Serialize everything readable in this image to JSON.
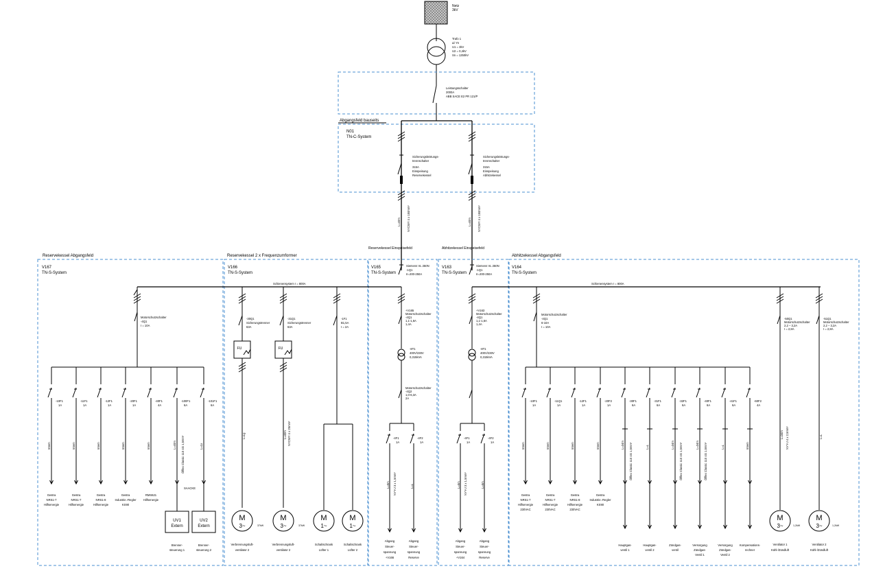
{
  "grid": {
    "netz": {
      "title": "Netz",
      "sub": "3kV"
    },
    "trafo": {
      "title": "Trafo 1",
      "lines": [
        "Δ/ Yn",
        "U1 = 3kV",
        "U2 = 0,4kV",
        "Sn = 1250kV"
      ]
    },
    "breaker": {
      "lines": [
        "Leistungsschalter",
        "2000A",
        "ABB SACE E2 PR 121/P"
      ]
    },
    "abgang_label": "Abgangsfeld bauseits",
    "n01": {
      "id": "N01",
      "sys": "TN-C-System"
    },
    "feed_left": {
      "lines": [
        "Sicherungsleistungs-",
        "trennschalter",
        "315A",
        "Einspeisung",
        "Reservekessel"
      ]
    },
    "feed_right": {
      "lines": [
        "Sicherungsleistungs-",
        "trennschalter",
        "315A",
        "Einspeisung",
        "Abhitzekessel"
      ]
    },
    "cable_left": {
      "len": "L=40m",
      "type": "NYCWY 4 x 150mm²"
    },
    "cable_right": {
      "len": "L=40m",
      "type": "NYCWY 4 x 150mm²"
    }
  },
  "zones": [
    {
      "key": "v167",
      "heading": "Reservekessel Abgangsfeld",
      "id": "V167",
      "sys": "TN-S-System"
    },
    {
      "key": "v166",
      "heading": "Reservekessel 2 x Frequenzumformer",
      "id": "V166",
      "sys": "TN-S-System"
    },
    {
      "key": "v165",
      "heading": "Reservekessel Einspeisefeld",
      "id": "V165",
      "sys": "TN-S-System"
    },
    {
      "key": "v163",
      "heading": "Abhitzekessel Einspeisefeld",
      "id": "V163",
      "sys": "TN-S-System"
    },
    {
      "key": "v164",
      "heading": "Abhitzekessel Abgangsfeld",
      "id": "V164",
      "sys": "TN-S-System"
    }
  ],
  "busbar": {
    "left": "Schienensystem I = 800A",
    "right": "Schienensystem I = 800A"
  },
  "main_feed": {
    "left": [
      "Siemens VL 250N",
      "-1Q1",
      "Ir=200-250A"
    ],
    "right": [
      "Siemens VL 250N",
      "-1Q1",
      "Ir=200-250A"
    ]
  },
  "v167_mcb": [
    "Motorschutzschalter",
    "-4Q1",
    "I = 10A"
  ],
  "v167_branches": [
    {
      "tag": "-10F1",
      "rating": "1A",
      "cable": "Intern",
      "consumer": [
        "Gestra",
        "NRS1-7",
        "Hilfsenergie"
      ]
    },
    {
      "tag": "-11F1",
      "rating": "1A",
      "cable": "Intern",
      "consumer": [
        "Gestra",
        "NRS1-7",
        "Hilfsenergie"
      ]
    },
    {
      "tag": "-12F1",
      "rating": "1A",
      "cable": "Intern",
      "consumer": [
        "Gestra",
        "NRS1-8",
        "Hilfsenergie"
      ]
    },
    {
      "tag": "-20F1",
      "rating": "1A",
      "cable": "Intern",
      "consumer": [
        "Gestra",
        "Industrie.-Regler",
        "KS90"
      ]
    },
    {
      "tag": "-40F1",
      "rating": "4A",
      "cable": "Intern",
      "consumer": [
        "RMS621",
        "Hilfsenergie"
      ]
    },
    {
      "tag": "-100F1",
      "rating": "6A",
      "cable": "L=40m",
      "cable2": "Ölflex Classic 110 4G 1,5mm²",
      "consumer": [
        "Brenner-",
        "steuerung 1"
      ],
      "box": "UV1",
      "box2": "Extern"
    },
    {
      "tag": "-101F1",
      "rating": "6A",
      "cable": "L=1x",
      "consumer": [
        "Brenner-",
        "steuerung 2"
      ],
      "box": "UV2",
      "box2": "Extern"
    }
  ],
  "saacke": "SAACKE",
  "v166_branches": [
    {
      "tag": "-30Q1",
      "desc": [
        "Sicherungstrenner",
        "63A"
      ],
      "fu": "FU",
      "cable": "L=Lg",
      "power": "37kW",
      "consumer": [
        "Verbrennungsluft-",
        "ventilator 2"
      ],
      "motor": "M",
      "phase": "3~"
    },
    {
      "tag": "-31Q1",
      "desc": [
        "Sicherungstrenner",
        "63A"
      ],
      "fu": "FU",
      "cable": "L=40m",
      "cable2": "NYCWY 4 x 25mm²",
      "power": "37kW",
      "consumer": [
        "Verbrennungsluft-",
        "ventilator 2"
      ],
      "motor": "M",
      "phase": "3~"
    },
    {
      "tag": "-1F1",
      "desc": [
        "B1,5A",
        "I = 2A"
      ],
      "consumer1": [
        "Schaltschrank",
        "Lüfter 1"
      ],
      "consumer2": [
        "Schaltschrank",
        "Lüfter 2"
      ],
      "motor": "M",
      "phase": "1~"
    }
  ],
  "v165": {
    "mcb": [
      "+V165",
      "Motorschutzschalter",
      "-4Q1",
      "1,1-1,6A",
      "1,4A"
    ],
    "trafo": [
      "-8T1",
      "400V/230V",
      "0,315kVA"
    ],
    "mcb2": [
      "Motorschutzschalter",
      "-4Q2",
      "1,0-6,3A",
      "2A"
    ],
    "b1": {
      "tag": "-4F1",
      "rating": "1A",
      "cable": "L=5m",
      "cable2": "NYY-J 3 x 1,5mm²",
      "consumer": [
        "Abgang",
        "Steuer-",
        "spannung",
        "+V166"
      ]
    },
    "b2": {
      "tag": "-4F2",
      "rating": "1A",
      "cable": "L=L",
      "consumer": [
        "Abgang",
        "Steuer-",
        "spannung",
        "Reserve"
      ]
    }
  },
  "v163": {
    "mcb": [
      "+V163",
      "Motorschutzschalter",
      "-4Q1",
      "1,1-1,6A",
      "1,4A"
    ],
    "trafo": [
      "-8T1",
      "400V/230V",
      "0,315kVA"
    ],
    "b1": {
      "tag": "-4F1",
      "rating": "1A",
      "cable": "L=5m",
      "cable2": "NYY-J 3 x 1,5mm²",
      "consumer": [
        "Abgang",
        "Steuer-",
        "spannung",
        "+V164"
      ]
    },
    "b2": {
      "tag": "-4F2",
      "rating": "1A",
      "cable": "L=5m",
      "consumer": [
        "Abgang",
        "Steuer-",
        "spannung",
        "Reserve"
      ]
    }
  },
  "v164_mcb": [
    "Motorschutzschalter",
    "-4Q1",
    "6-10A",
    "I = 10A"
  ],
  "v164_branches": [
    {
      "tag": "-10F1",
      "rating": "1A",
      "cable": "Intern",
      "consumer": [
        "Gestra",
        "NRS1-7",
        "Hilfsenergie",
        "230VAC"
      ]
    },
    {
      "tag": "-11Q1",
      "rating": "1A",
      "cable": "Intern",
      "consumer": [
        "Gestra",
        "NRS1-7",
        "Hilfsenergie",
        "230VAC"
      ]
    },
    {
      "tag": "-12F1",
      "rating": "1A",
      "cable": "Intern",
      "consumer": [
        "Gestra",
        "NRS1-8",
        "Hilfsenergie",
        "230VAC"
      ]
    },
    {
      "tag": "-20F2",
      "rating": "1A",
      "cable": "Intern",
      "consumer": [
        "Gestra",
        "Industrie.-Regler",
        "KS90"
      ]
    },
    {
      "tag": "-30F1",
      "rating": "6A",
      "cable": "L=34m",
      "cable2": "Ölflex Classic 110 4G 1,5mm²",
      "consumer": [
        "Hauptgas-",
        "ventil 1"
      ]
    },
    {
      "tag": "-31F1",
      "rating": "6A",
      "cable": "L=L",
      "consumer": [
        "Hauptgas-",
        "ventil 2"
      ]
    },
    {
      "tag": "-32F1",
      "rating": "6A",
      "cable": "L=34m",
      "cable2": "Ölflex Classic 110 4G 1,5mm²",
      "consumer": [
        "Zündgas-",
        "ventil"
      ]
    },
    {
      "tag": "-40F1",
      "rating": "6A",
      "cable": "L=34m",
      "cable2": "Ölflex Classic 110 4G 1,5mm²",
      "consumer": [
        "Versorgung",
        "Zündgas-",
        "Ventil 1"
      ]
    },
    {
      "tag": "-41F1",
      "rating": "6A",
      "cable": "L=L",
      "consumer": [
        "Versorgung",
        "Zündgas-",
        "Ventil 2"
      ]
    },
    {
      "tag": "-60F2",
      "rating": "4A",
      "cable": "Intern",
      "consumer": [
        "Kompensations-",
        "rechner"
      ]
    }
  ],
  "v164_fans": [
    {
      "tag": "-50Q1",
      "desc": [
        "Motorschutzschalter",
        "2,2 – 3,2A",
        "I = 2,8A"
      ],
      "cable": "L=34m",
      "cable2": "NYY-J 4 x 2,5mm²",
      "power": "1,2kW",
      "consumer": [
        "Ventilator 1",
        "Kühl-/Zündluft"
      ],
      "motor": "M",
      "phase": "3~"
    },
    {
      "tag": "-51Q1",
      "desc": [
        "Motorschutzschalter",
        "2,2 – 3,2A",
        "I = 2,8A"
      ],
      "cable": "L=L",
      "power": "1,2kW",
      "consumer": [
        "Ventilator 2",
        "Kühl-/Zündluft"
      ],
      "motor": "M",
      "phase": "3~"
    }
  ]
}
